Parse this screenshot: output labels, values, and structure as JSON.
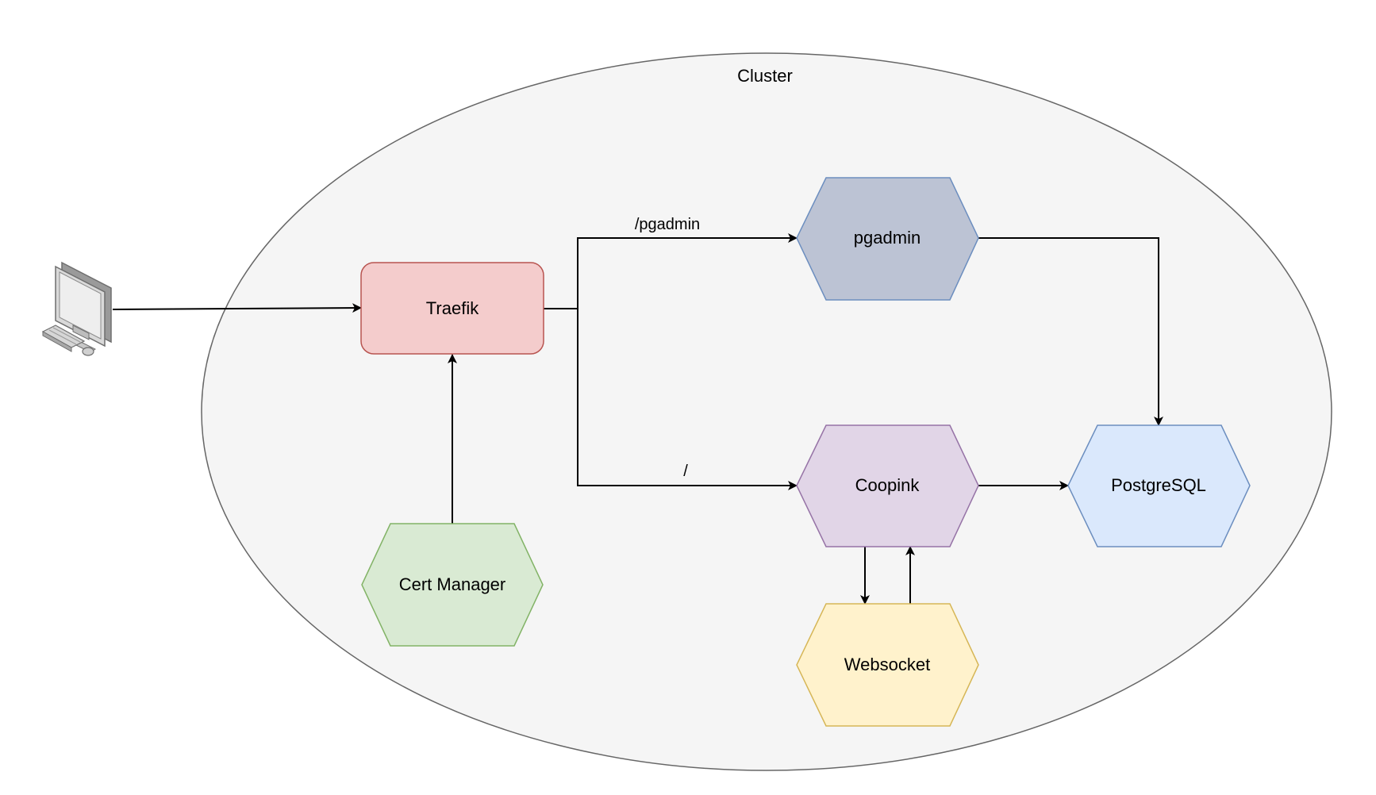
{
  "cluster": {
    "label": "Cluster"
  },
  "nodes": {
    "computer": {
      "icon": "desktop-computer-icon"
    },
    "traefik": {
      "label": "Traefik",
      "fill": "#f4cccc",
      "stroke": "#b85450"
    },
    "cert_manager": {
      "label": "Cert Manager",
      "fill": "#d9ead3",
      "stroke": "#82b366"
    },
    "pgadmin": {
      "label": "pgadmin",
      "fill": "#bcc3d4",
      "stroke": "#6c8ebf"
    },
    "coopink": {
      "label": "Coopink",
      "fill": "#e1d5e7",
      "stroke": "#9673a6"
    },
    "postgresql": {
      "label": "PostgreSQL",
      "fill": "#dae8fc",
      "stroke": "#6c8ebf"
    },
    "websocket": {
      "label": "Websocket",
      "fill": "#fff2cc",
      "stroke": "#d6b656"
    }
  },
  "edges": {
    "pgadmin_route": "/pgadmin",
    "root_route": "/"
  },
  "colors": {
    "cluster_fill": "#f5f5f5",
    "cluster_stroke": "#666666"
  }
}
